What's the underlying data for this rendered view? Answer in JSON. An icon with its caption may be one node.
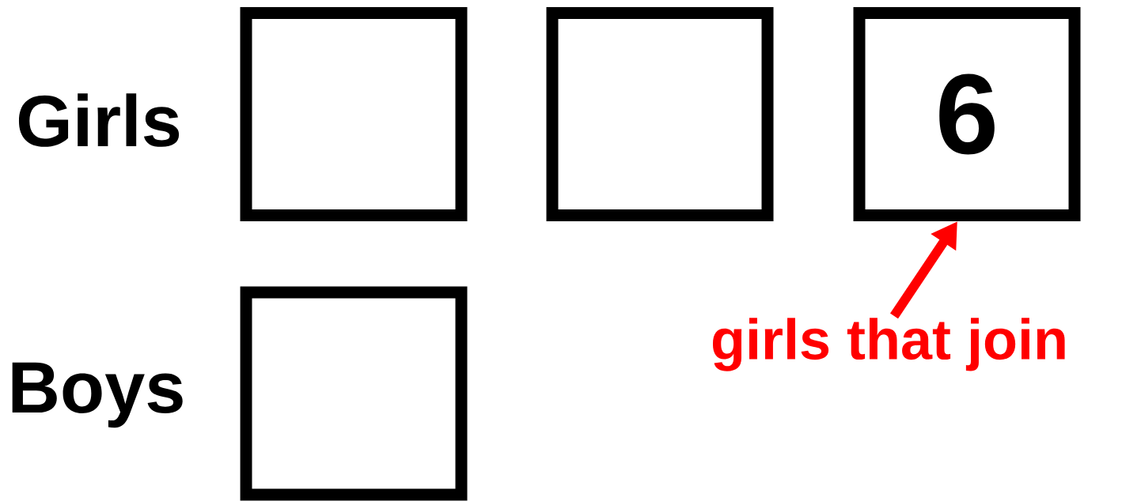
{
  "diagram": {
    "nodes": [
      {
        "text": [],
        "shape": "box"
      },
      {
        "text": [],
        "shape": "box"
      },
      {
        "text": [
          "6"
        ]
      },
      {
        "text": [],
        "shape": "box"
      },
      {
        "text": [
          "girls that join"
        ]
      }
    ],
    "edges": [
      {
        "from": 4,
        "to": 2,
        "arrow": "to",
        "color": "#ff0000"
      }
    ],
    "labels": [
      "Girls",
      "Boys"
    ]
  }
}
